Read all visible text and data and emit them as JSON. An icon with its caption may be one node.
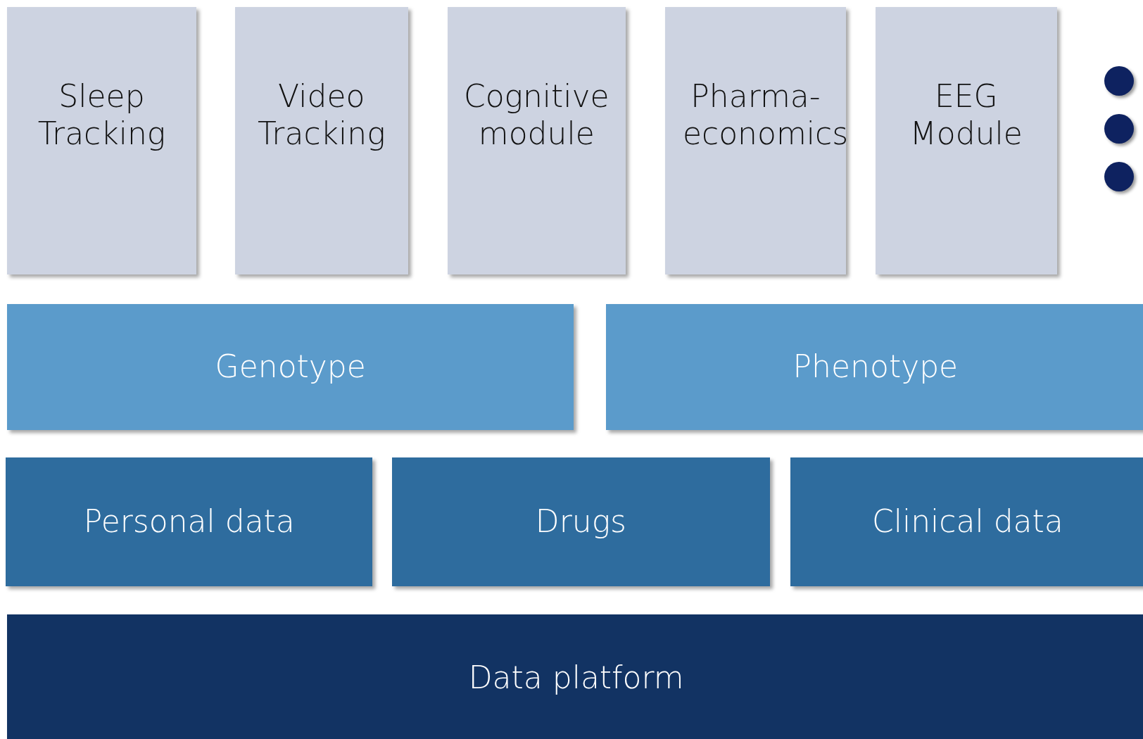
{
  "diagram": {
    "nodes": [
      {
        "text": [
          "Sleep Tracking"
        ]
      },
      {
        "text": [
          "Video Tracking"
        ]
      },
      {
        "text": [
          "Cognitive module"
        ]
      },
      {
        "text": [
          "Pharma- economics"
        ]
      },
      {
        "text": [
          "EEG Module"
        ]
      },
      {
        "text": [
          "Genotype"
        ]
      },
      {
        "text": [
          "Phenotype"
        ]
      },
      {
        "text": [
          "Personal data"
        ]
      },
      {
        "text": [
          "Drugs"
        ]
      },
      {
        "text": [
          "Clinical data"
        ]
      },
      {
        "text": [
          "Data platform"
        ]
      }
    ],
    "edges": []
  }
}
